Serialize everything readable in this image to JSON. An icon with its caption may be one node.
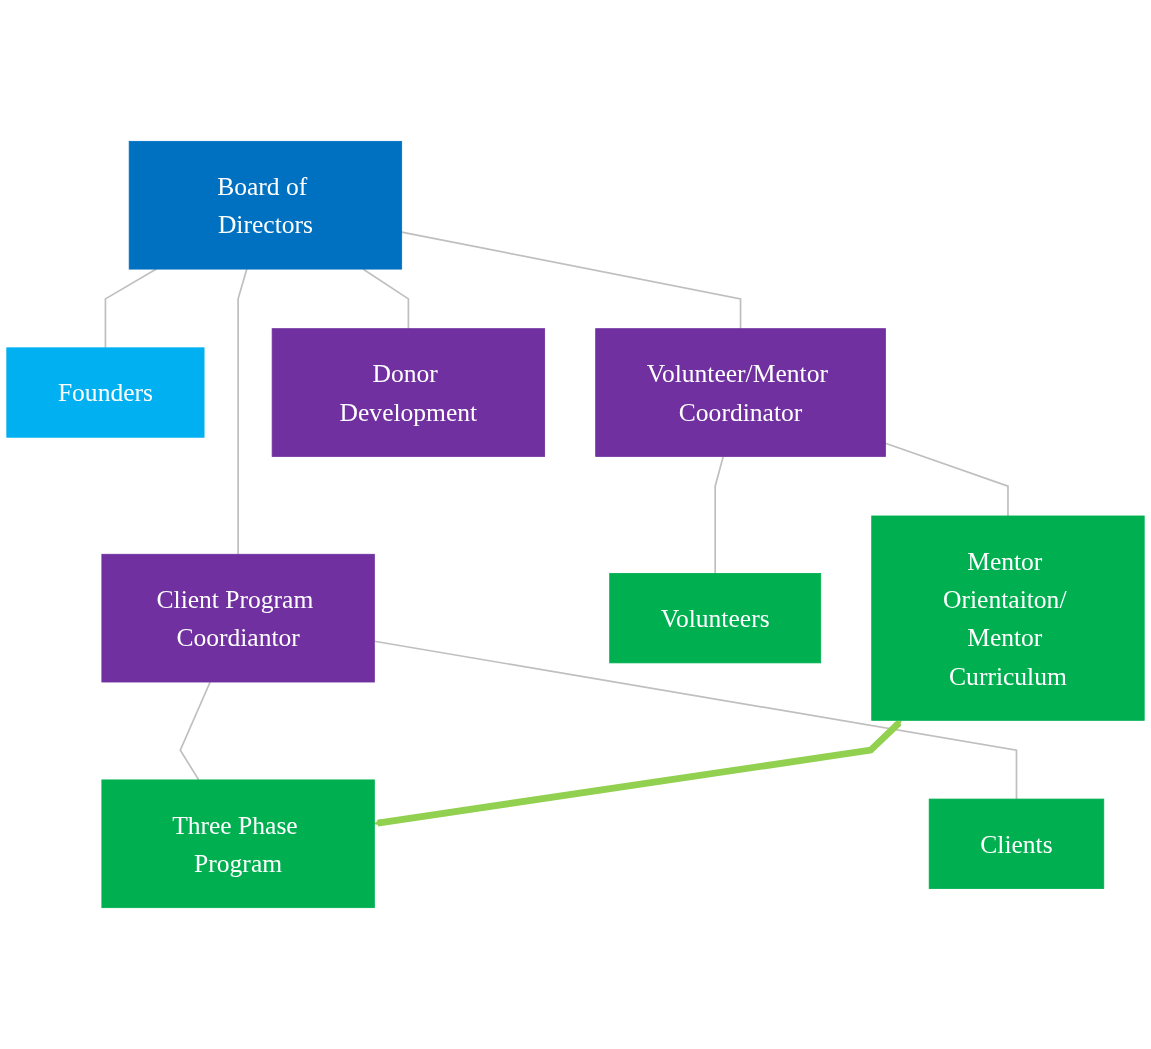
{
  "diagram": {
    "nodes": [
      {
        "text": [
          "Board of Directors"
        ]
      },
      {
        "text": [
          "Founders"
        ]
      },
      {
        "text": [
          "Volunteer/Mentor Coordinator"
        ]
      },
      {
        "text": [
          "Donor Development"
        ]
      },
      {
        "text": [
          "Client Program Coordiantor"
        ]
      },
      {
        "text": [
          "Volunteers"
        ]
      },
      {
        "text": [
          "Mentor Orientaiton/ Mentor Curriculum"
        ]
      },
      {
        "text": [
          "Clients"
        ]
      },
      {
        "text": [
          "Three Phase Program"
        ]
      }
    ],
    "edges": [
      {
        "from": 0,
        "to": 1,
        "arrow": "none"
      },
      {
        "from": 0,
        "to": 2,
        "arrow": "none"
      },
      {
        "from": 0,
        "to": 3,
        "arrow": "none"
      },
      {
        "from": 0,
        "to": 4,
        "arrow": "none"
      },
      {
        "from": 2,
        "to": 5,
        "arrow": "none"
      },
      {
        "from": 2,
        "to": 6,
        "arrow": "none"
      },
      {
        "from": 4,
        "to": 7,
        "arrow": "none"
      },
      {
        "from": 4,
        "to": 8,
        "arrow": "none"
      },
      {
        "from": 6,
        "to": 8,
        "arrow": "both",
        "style": "thick",
        "color": "#92d050"
      }
    ]
  }
}
